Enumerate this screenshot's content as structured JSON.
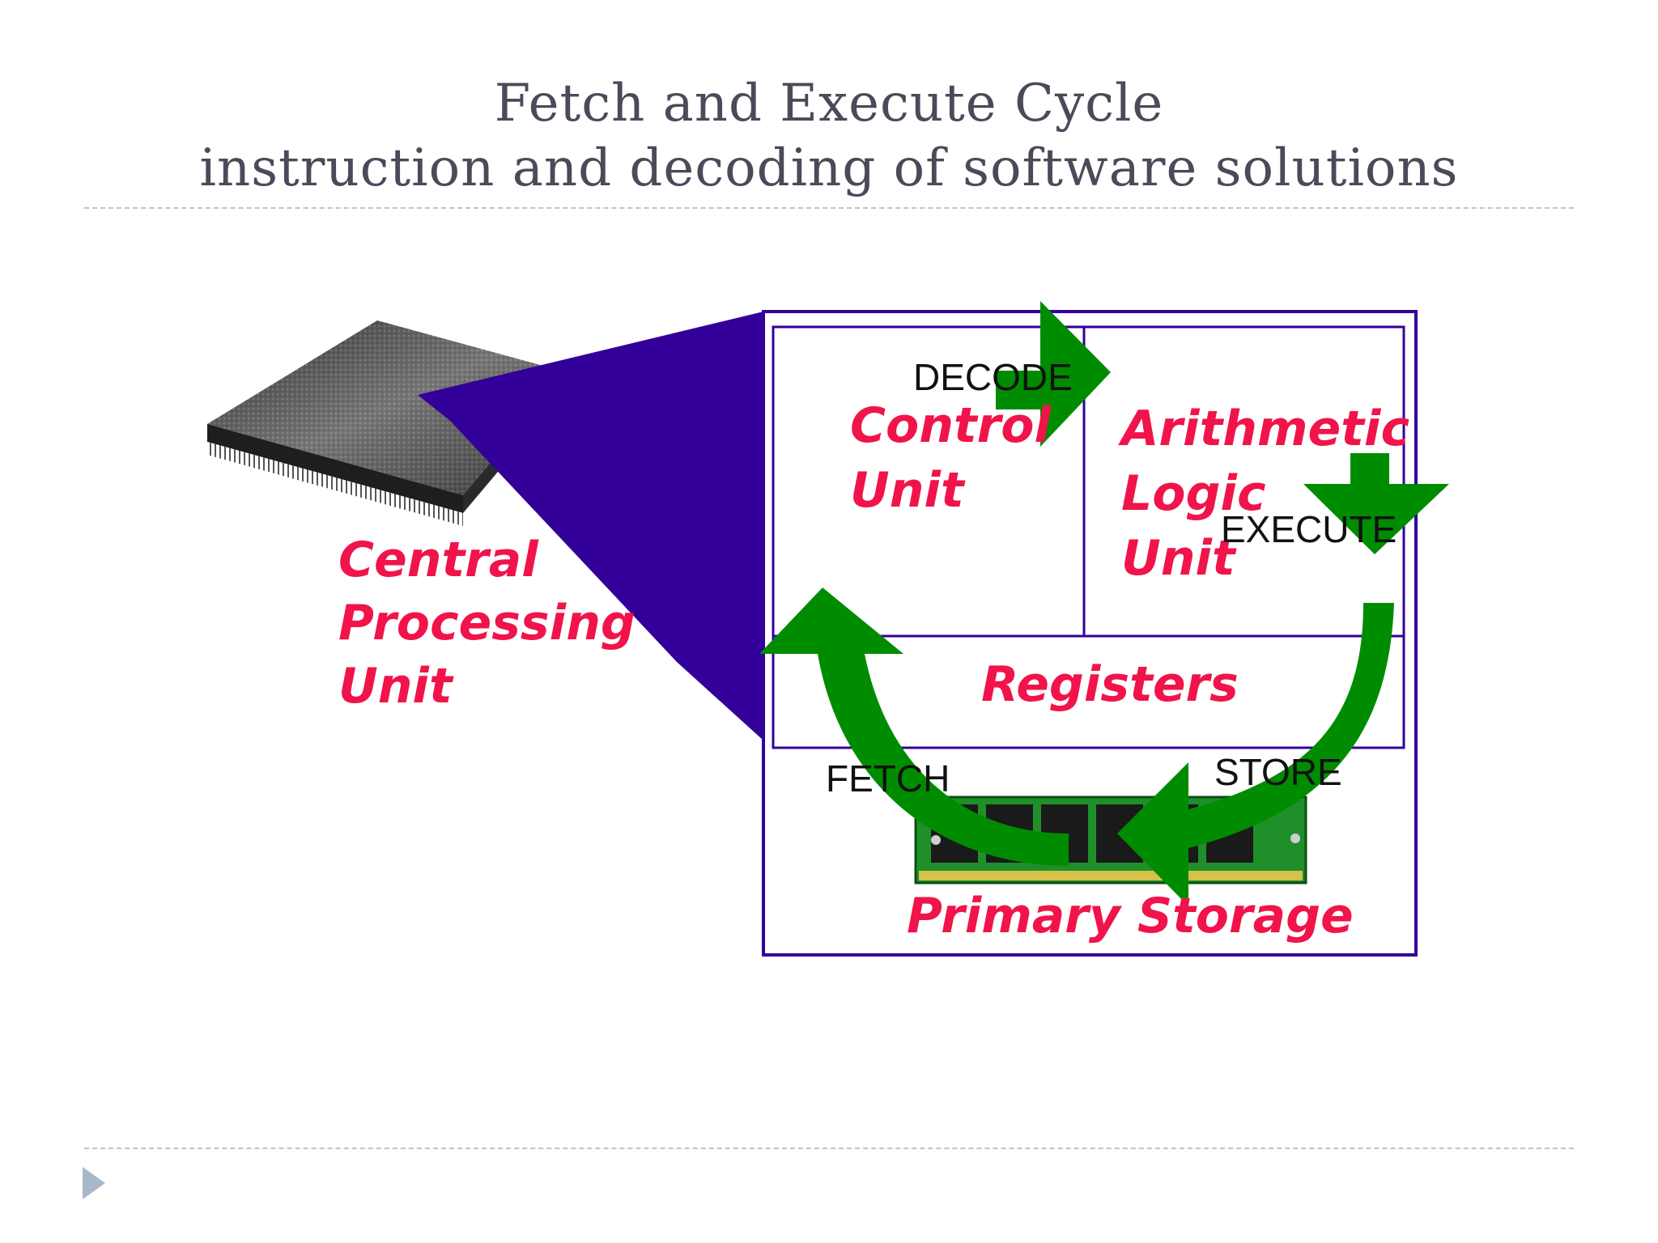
{
  "slide": {
    "title_line1": "Fetch and Execute Cycle",
    "title_line2": "instruction and decoding of software solutions"
  },
  "diagram": {
    "cpu_label": [
      "Central",
      "Processing",
      "Unit"
    ],
    "control_unit_label": [
      "Control",
      "Unit"
    ],
    "alu_label": [
      "Arithmetic",
      "Logic",
      "Unit"
    ],
    "registers_label": "Registers",
    "primary_storage_label": "Primary Storage",
    "steps": {
      "decode": "DECODE",
      "execute": "EXECUTE",
      "fetch": "FETCH",
      "store": "STORE"
    }
  },
  "colors": {
    "frame": "#330099",
    "label_red": "#f0144a",
    "arrow_green": "#008c00",
    "chip_dark": "#3a3a3a",
    "ram_green": "#1f8f2a"
  },
  "icons": {
    "chip": "cpu-chip-icon",
    "ram": "ram-module-icon",
    "nav": "triangle-right-icon"
  }
}
